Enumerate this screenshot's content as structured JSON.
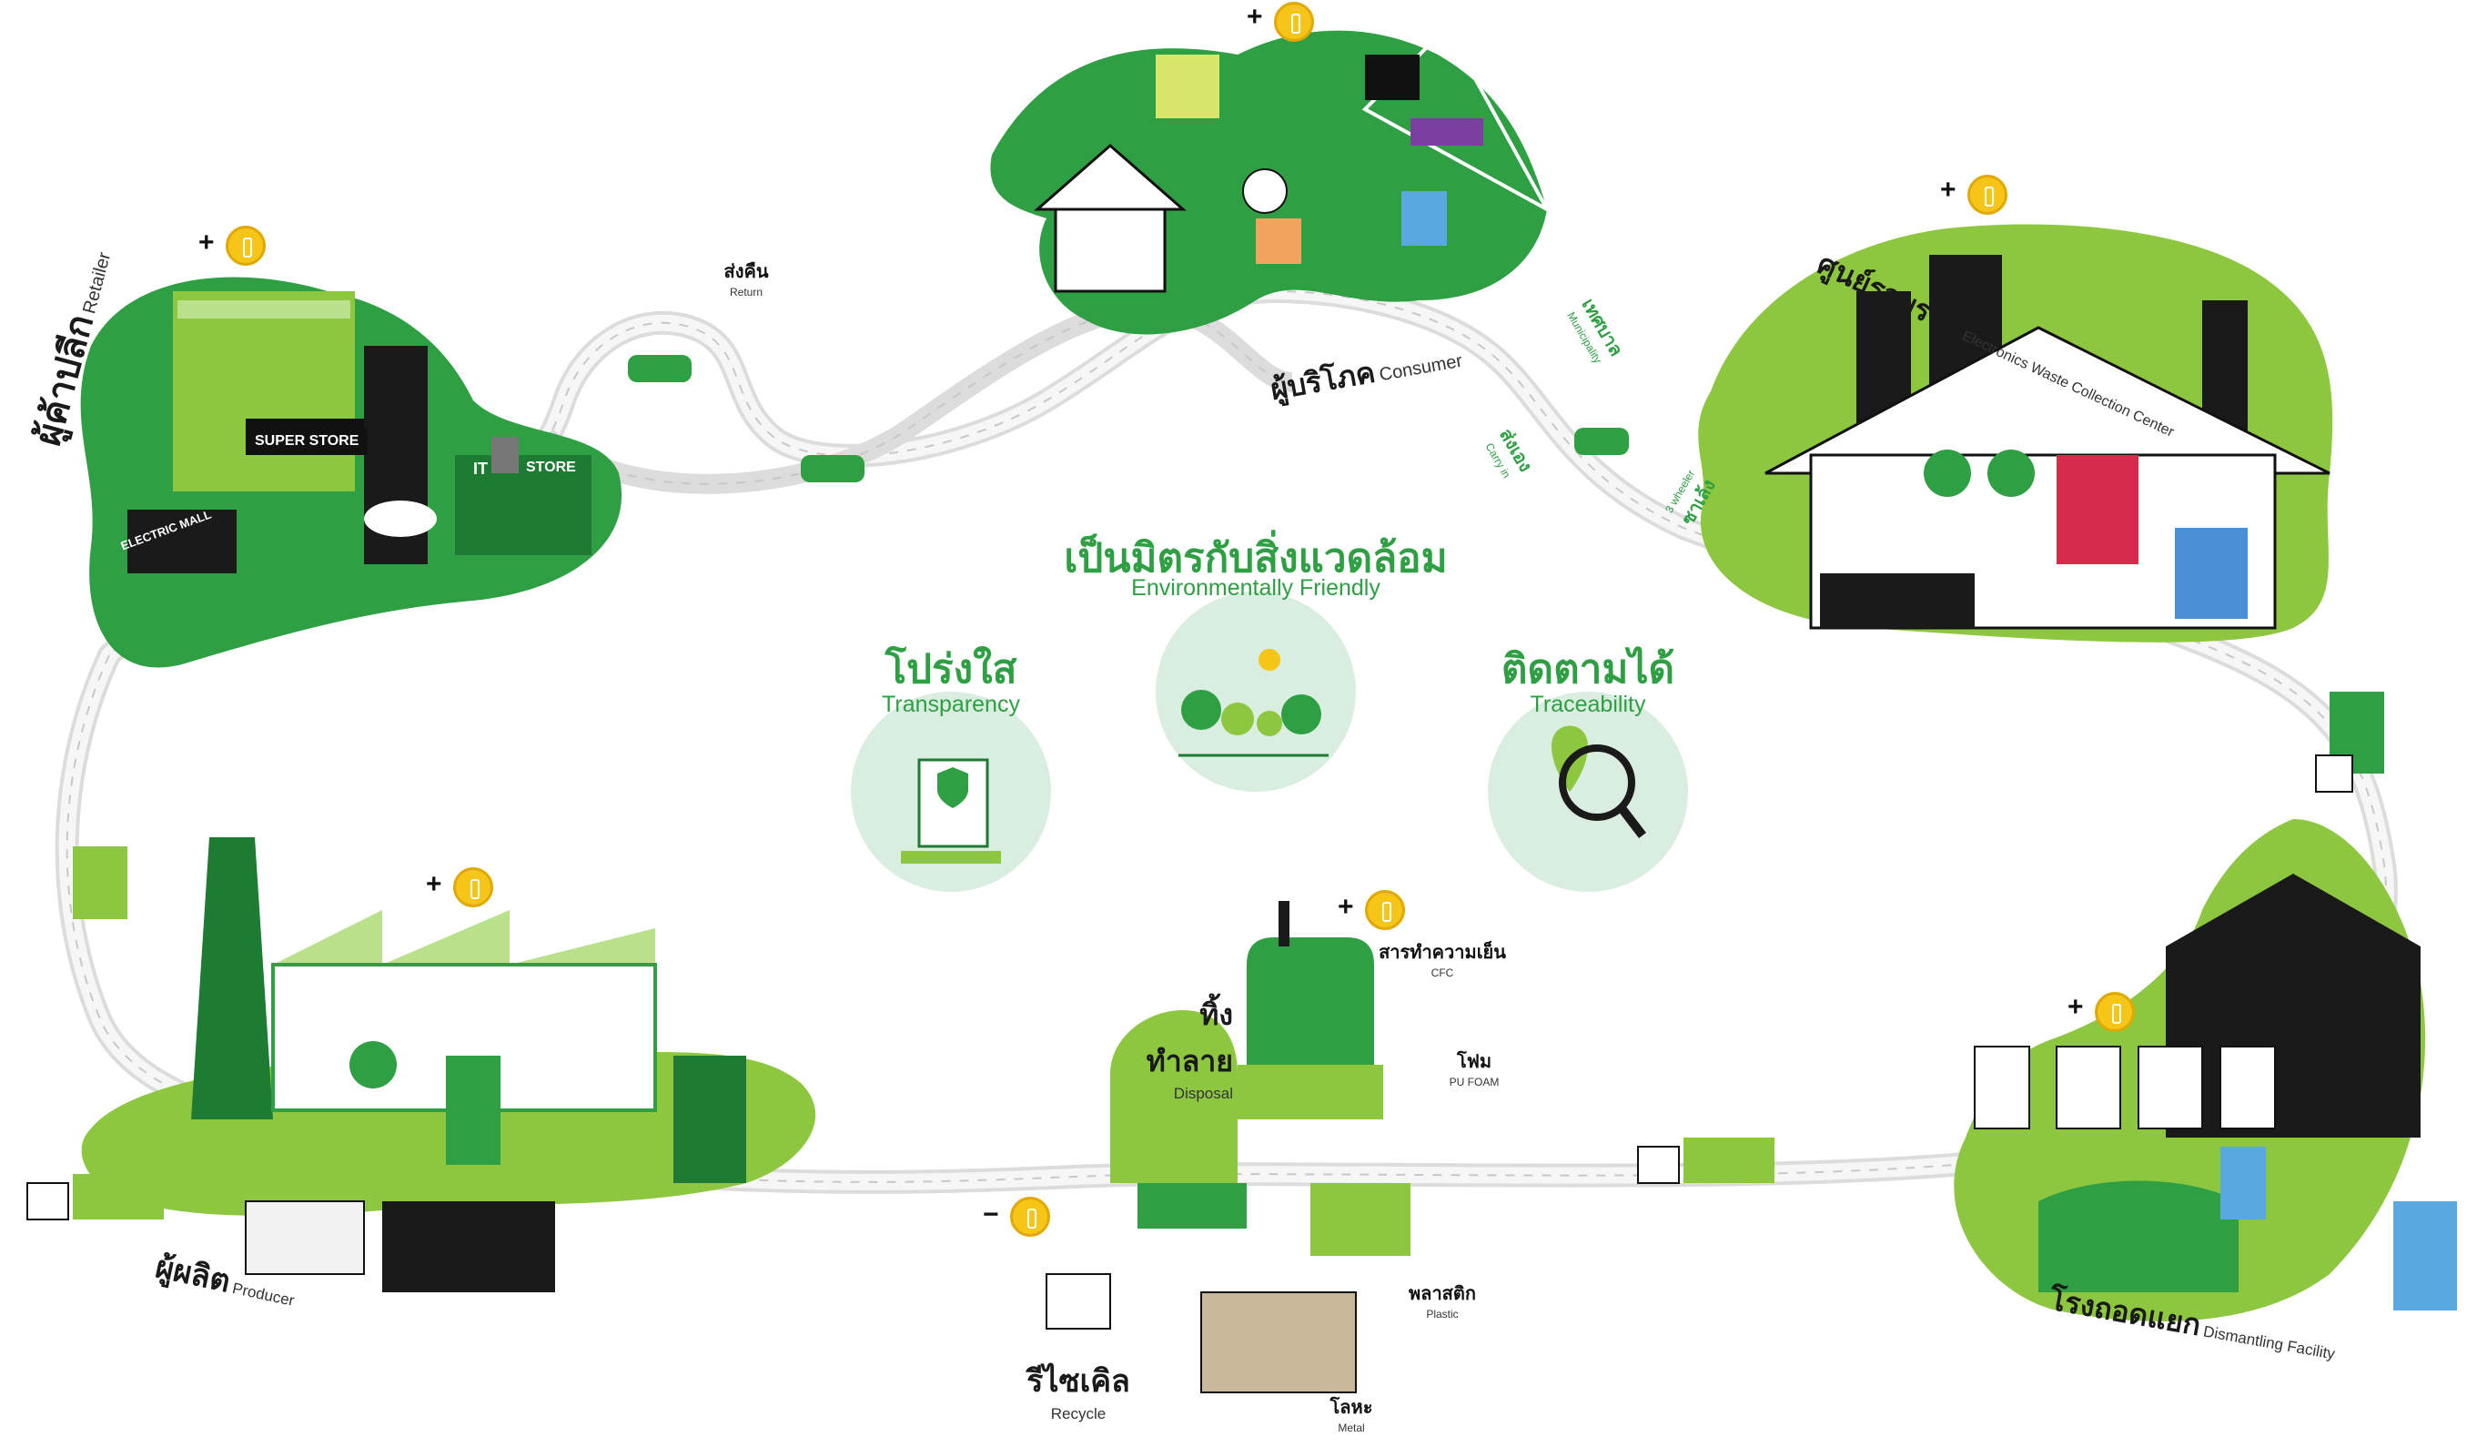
{
  "center": {
    "title": "เป็นมิตรกับสิ่งแวดล้อม",
    "subtitle": "Environmentally Friendly"
  },
  "values": [
    {
      "title": "โปร่งใส",
      "subtitle": "Transparency",
      "icon": "document-shield-icon"
    },
    {
      "title": "ติดตามได้",
      "subtitle": "Traceability",
      "icon": "magnifier-map-pin-icon"
    }
  ],
  "center_icon": "trees-sun-icon",
  "stages": {
    "retailer": {
      "th": "ผู้ค้าปลีก",
      "en": "Retailer",
      "signs": [
        "SUPER STORE",
        "ELECTRIC MALL",
        "IT",
        "STORE"
      ]
    },
    "consumer": {
      "th": "ผู้บริโภค",
      "en": "Consumer"
    },
    "collection": {
      "th": "ศูนย์รวบรวม",
      "en": "Electronics Waste Collection Center"
    },
    "dismantling": {
      "th": "โรงถอดแยก",
      "en": "Dismantling Facility"
    },
    "disposal": {
      "th": "ทิ้งทำลาย",
      "en": "Disposal"
    },
    "recycle": {
      "th": "รีไซเคิล",
      "en": "Recycle"
    },
    "producer": {
      "th": "ผู้ผลิต",
      "en": "Producer"
    }
  },
  "bubbles": {
    "return": {
      "th": "ส่งคืน",
      "en": "Return"
    },
    "municipality": {
      "th": "เทศบาล",
      "en": "Municipality"
    },
    "carry_in": {
      "th": "ส่งเอง",
      "en": "Carry in"
    },
    "three_wheeler": {
      "th": "ซาเล้ง",
      "en": "3 wheeler"
    },
    "cfc": {
      "th": "สารทำความเย็น",
      "en": "CFC"
    },
    "pu_foam": {
      "th": "โฟม",
      "en": "PU FOAM"
    },
    "plastic": {
      "th": "พลาสติก",
      "en": "Plastic"
    },
    "metal": {
      "th": "โลหะ",
      "en": "Metal"
    }
  },
  "coin_signs": {
    "plus": "+",
    "minus": "−"
  },
  "colors": {
    "green": "#2ea043",
    "light_green": "#8dc63f",
    "dark_green": "#1e7b34",
    "black": "#1a1a1a",
    "road": "#e6e6e6",
    "circle_bg": "#d9eee0",
    "coin": "#f5c518"
  }
}
